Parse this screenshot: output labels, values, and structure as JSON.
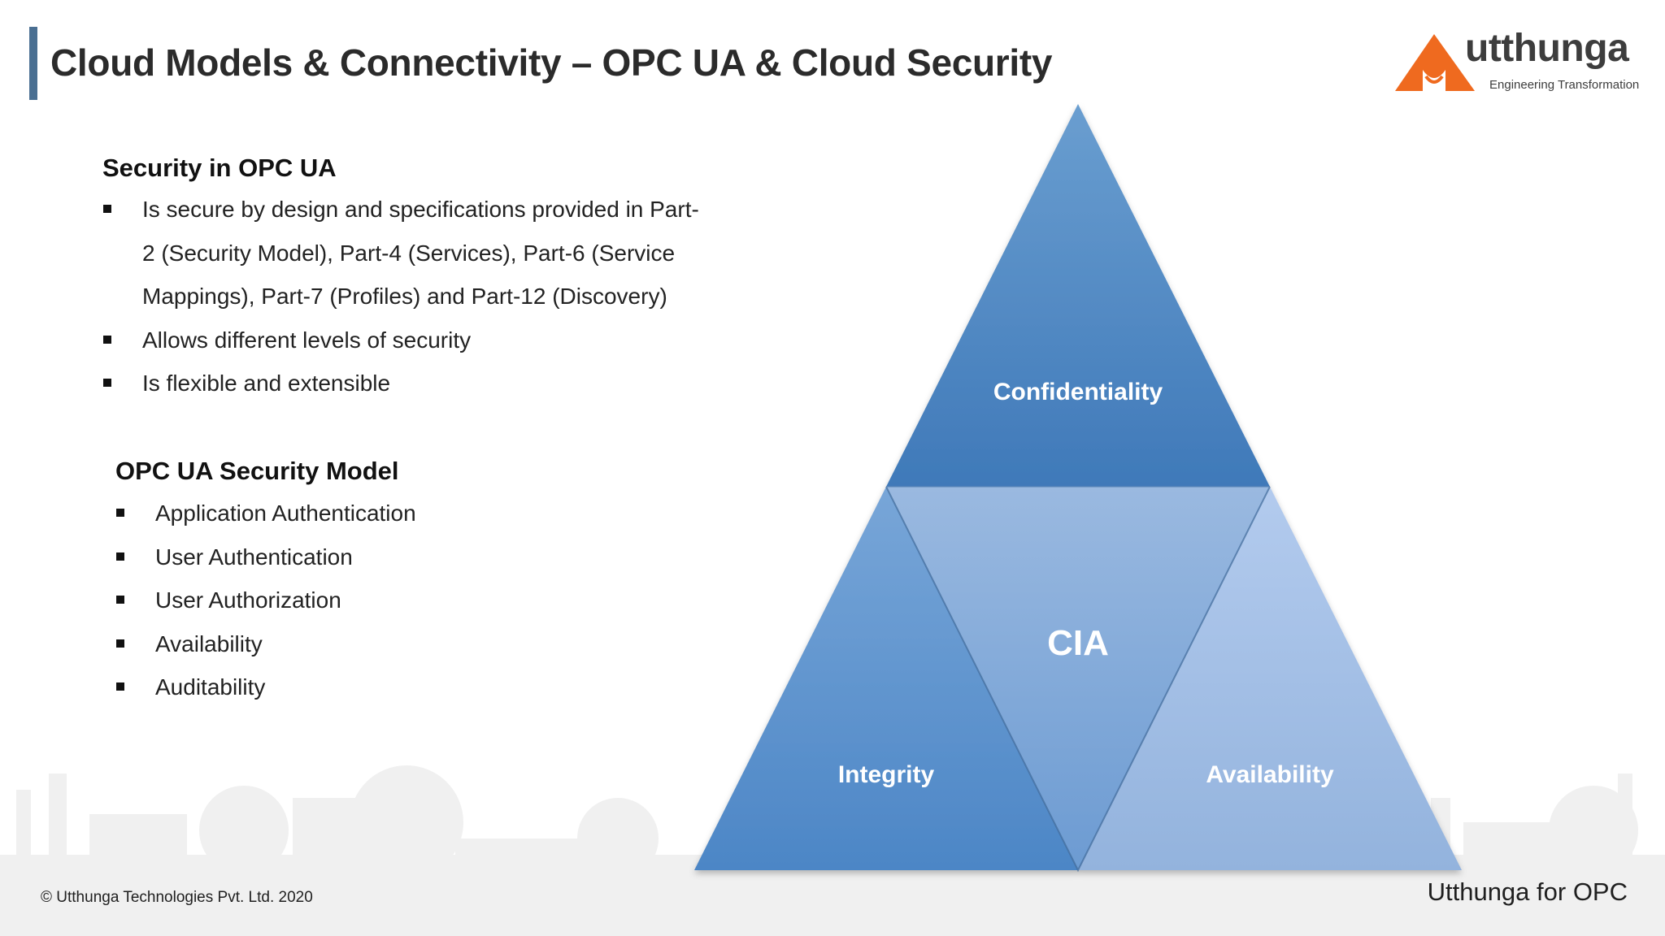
{
  "slide": {
    "title": "Cloud Models & Connectivity – OPC UA & Cloud Security",
    "logo": {
      "wordmark": "utthunga",
      "tagline": "Engineering Transformation"
    },
    "sections": [
      {
        "heading": "Security in OPC UA",
        "bullets": [
          "Is secure by design and specifications provided in Part-2 (Security Model), Part-4 (Services), Part-6 (Service Mappings), Part-7 (Profiles) and Part-12 (Discovery)",
          "Allows different levels of security",
          "Is flexible and extensible"
        ]
      },
      {
        "heading": "OPC UA Security Model",
        "bullets": [
          "Application Authentication",
          "User Authentication",
          "User Authorization",
          "Availability",
          "Auditability"
        ]
      }
    ],
    "diagram": {
      "top_label": "Confidentiality",
      "center_label": "CIA",
      "left_label": "Integrity",
      "right_label": "Availability"
    },
    "footer": {
      "copyright": "© Utthunga Technologies Pvt. Ltd. 2020",
      "brand": "Utthunga for OPC"
    },
    "colors": {
      "title_accent": "#4a6f92",
      "logo_orange": "#ef6a1f",
      "triangle_dark": "#3f7bbf",
      "triangle_light": "#a9c2e6"
    }
  }
}
